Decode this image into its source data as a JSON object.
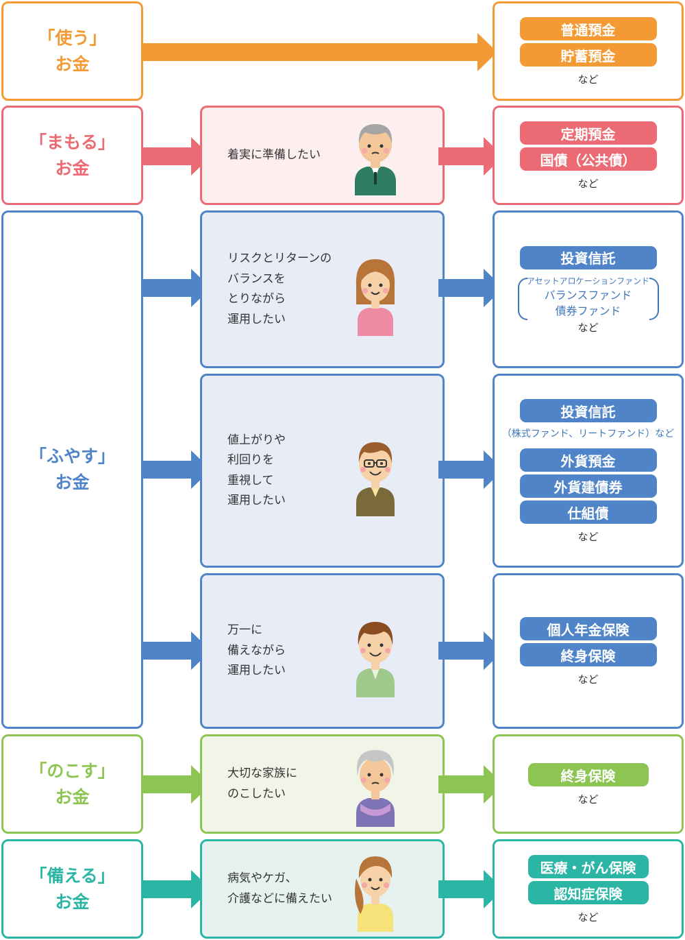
{
  "colors": {
    "orange": "#f39a35",
    "red": "#ec6a73",
    "blue": "#4f84c8",
    "green": "#8dc553",
    "teal": "#2ab5a5"
  },
  "categories": [
    {
      "open": "「使う」",
      "money": "お金"
    },
    {
      "open": "「まもる」",
      "money": "お金"
    },
    {
      "open": "「ふやす」",
      "money": "お金"
    },
    {
      "open": "「のこす」",
      "money": "お金"
    },
    {
      "open": "「備える」",
      "money": "お金"
    }
  ],
  "needs": [
    {
      "text": "着実に準備したい",
      "person": "elderly-man-icon"
    },
    {
      "text": "リスクとリターンの\nバランスを\nとりながら\n運用したい",
      "person": "woman-icon"
    },
    {
      "text": "値上がりや\n利回りを\n重視して\n運用したい",
      "person": "man-with-glasses-icon"
    },
    {
      "text": "万一に\n備えながら\n運用したい",
      "person": "young-man-icon"
    },
    {
      "text": "大切な家族に\nのこしたい",
      "person": "elderly-woman-icon"
    },
    {
      "text": "病気やケガ、\n介護などに備えたい",
      "person": "woman-ponytail-icon"
    }
  ],
  "products": {
    "use": [
      "普通預金",
      "貯蓄預金"
    ],
    "protect": [
      "定期預金",
      "国債（公共債）"
    ],
    "balance": {
      "main": "投資信託",
      "fund_top": "アセットアロケーションファンド",
      "fund_mid": "バランスファンド",
      "fund_bottom": "債券ファンド"
    },
    "growth": {
      "main": "投資信託",
      "note": "（株式ファンド、リートファンド）など",
      "items": [
        "外貨預金",
        "外貨建債券",
        "仕組債"
      ]
    },
    "insure": [
      "個人年金保険",
      "終身保険"
    ],
    "leave": [
      "終身保険"
    ],
    "prepare": [
      "医療・がん保険",
      "認知症保険"
    ],
    "etc": "など"
  }
}
